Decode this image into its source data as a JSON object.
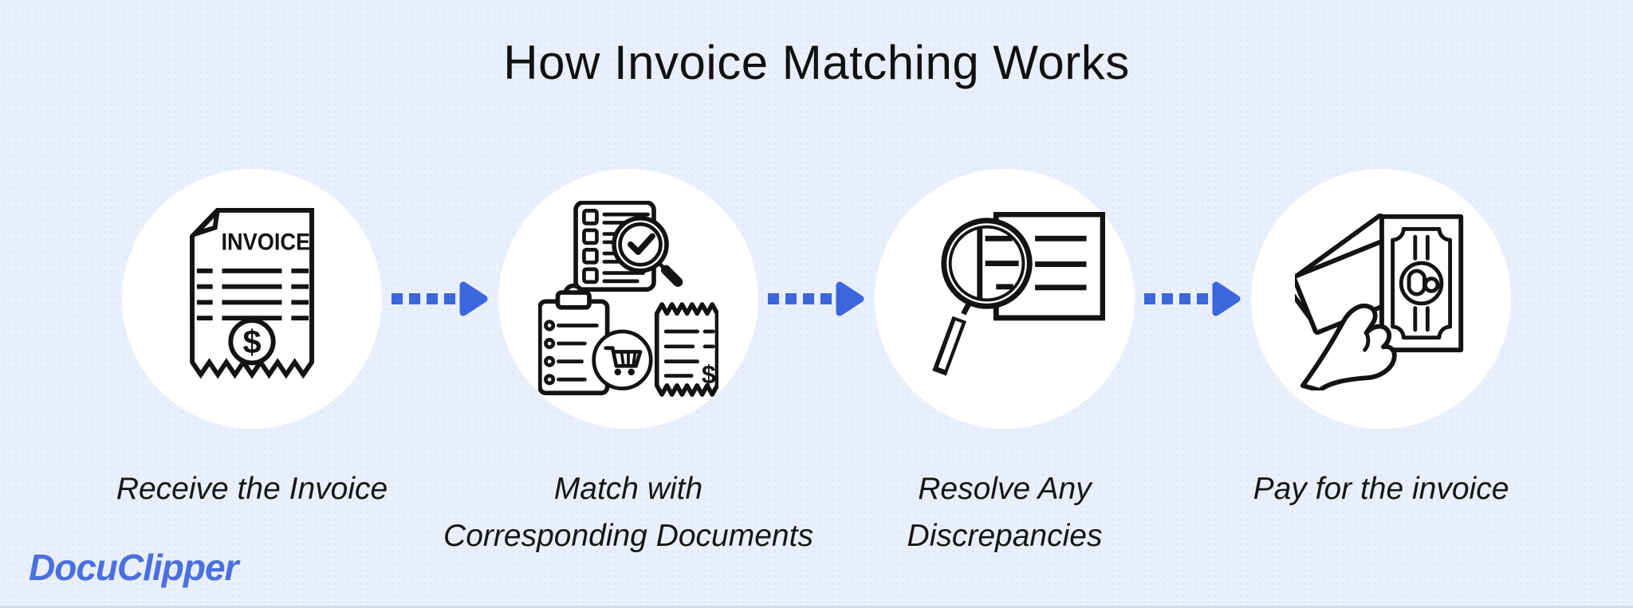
{
  "page": {
    "title": "How Invoice Matching Works"
  },
  "colors": {
    "background": "#e9effb",
    "circle_fill": "#ffffff",
    "icon_stroke": "#131313",
    "accent_blue": "#3b66dc",
    "logo_blue": "#4a70df",
    "title_color": "#111111",
    "bottom_edge": "#cdd3e0"
  },
  "brand": {
    "logo_text": "DocuClipper"
  },
  "icon_texts": {
    "invoice_title": "INVOICE",
    "dollar": "$",
    "receipt_dollar": "$"
  },
  "steps": [
    {
      "name": "receive-invoice",
      "icon": "invoice-receipt-icon",
      "label": "Receive the Invoice",
      "label_lines": [
        "Receive the Invoice"
      ]
    },
    {
      "name": "match-documents",
      "icon": "documents-match-icon",
      "label": "Match with Corresponding Documents",
      "label_lines": [
        "Match with",
        "Corresponding Documents"
      ]
    },
    {
      "name": "resolve-discrepancies",
      "icon": "magnifier-document-icon",
      "label": "Resolve Any Discrepancies",
      "label_lines": [
        "Resolve Any",
        "Discrepancies"
      ]
    },
    {
      "name": "pay-invoice",
      "icon": "hand-money-icon",
      "label": "Pay for the invoice",
      "label_lines": [
        "Pay for the invoice"
      ]
    }
  ],
  "connectors": {
    "count": 3,
    "style": "dotted-arrow"
  }
}
